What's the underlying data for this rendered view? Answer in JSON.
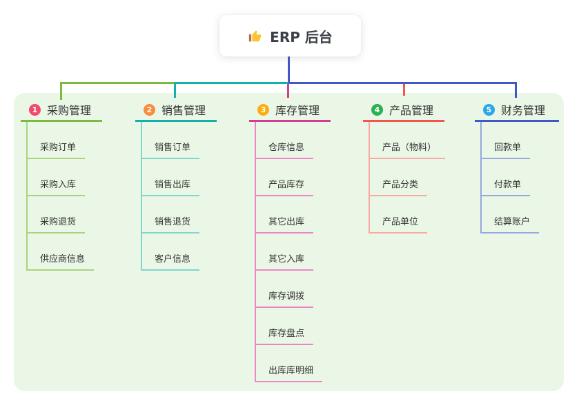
{
  "root": {
    "label": "ERP 后台",
    "icon": "thumbs-up-icon",
    "line_color": "#4457c8",
    "card_bg": "#ffffff"
  },
  "panel": {
    "bg_color": "#ebf7e6"
  },
  "branches": [
    {
      "index": "1",
      "label": "采购管理",
      "badge_color": "#f2496b",
      "line_color": "#7cb93f",
      "child_line_color": "#a9d47f",
      "children": [
        "采购订单",
        "采购入库",
        "采购退货",
        "供应商信息"
      ]
    },
    {
      "index": "2",
      "label": "销售管理",
      "badge_color": "#fb8b3d",
      "line_color": "#13b1a8",
      "child_line_color": "#7ed6cd",
      "children": [
        "销售订单",
        "销售出库",
        "销售退货",
        "客户信息"
      ]
    },
    {
      "index": "3",
      "label": "库存管理",
      "badge_color": "#fdad10",
      "line_color": "#d23d94",
      "child_line_color": "#ef85c5",
      "children": [
        "仓库信息",
        "产品库存",
        "其它出库",
        "其它入库",
        "库存调拨",
        "库存盘点",
        "出库库明细"
      ]
    },
    {
      "index": "4",
      "label": "产品管理",
      "badge_color": "#2ab251",
      "line_color": "#f4554d",
      "child_line_color": "#f9a8a3",
      "children": [
        "产品（物料）",
        "产品分类",
        "产品单位"
      ]
    },
    {
      "index": "5",
      "label": "财务管理",
      "badge_color": "#29a7ea",
      "line_color": "#3f58c6",
      "child_line_color": "#96a8de",
      "children": [
        "回款单",
        "付款单",
        "结算账户"
      ]
    }
  ]
}
